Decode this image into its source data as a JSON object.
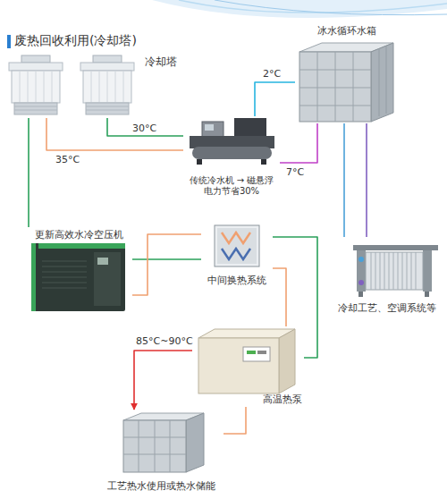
{
  "diagram": {
    "title": "废热回收利用(冷却塔)",
    "nodes": [
      {
        "text": [
          "冷却塔"
        ]
      },
      {
        "text": [
          "冰水循环水箱"
        ]
      },
      {
        "text": [
          "传统冷水机 → 磁悬浮 电力节省30%"
        ]
      },
      {
        "text": [
          "冷却工艺、空调系统等"
        ]
      },
      {
        "text": [
          "更新高效水冷空压机"
        ]
      },
      {
        "text": [
          "中间换热系统"
        ]
      },
      {
        "text": [
          "高温热泵"
        ]
      },
      {
        "text": [
          "工艺热水使用或热水储能"
        ]
      }
    ],
    "edges": [
      {
        "from": 0,
        "to": 2,
        "label": "30°C",
        "arrow": "none"
      },
      {
        "from": 2,
        "to": 0,
        "label": "35°C",
        "arrow": "none"
      },
      {
        "from": 2,
        "to": 1,
        "label": "2°C",
        "arrow": "none"
      },
      {
        "from": 1,
        "to": 2,
        "label": "7°C",
        "arrow": "none"
      },
      {
        "from": 1,
        "to": 3,
        "arrow": "none"
      },
      {
        "from": 3,
        "to": 1,
        "arrow": "none"
      },
      {
        "from": 0,
        "to": 4,
        "arrow": "none"
      },
      {
        "from": 4,
        "to": 5,
        "arrow": "none"
      },
      {
        "from": 5,
        "to": 4,
        "arrow": "none"
      },
      {
        "from": 5,
        "to": 6,
        "arrow": "none"
      },
      {
        "from": 6,
        "to": 5,
        "arrow": "none"
      },
      {
        "from": 6,
        "to": 7,
        "label": "85°C~90°C",
        "arrow": "to"
      },
      {
        "from": 7,
        "to": 6,
        "arrow": "none"
      }
    ]
  }
}
